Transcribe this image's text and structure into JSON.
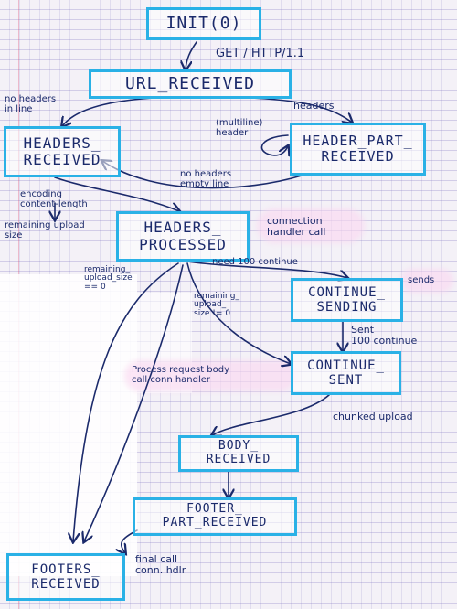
{
  "states": {
    "init": "INIT(0)",
    "url_received": "URL_RECEIVED",
    "headers_received": "HEADERS_\nRECEIVED",
    "header_part_received": "HEADER_PART_\nRECEIVED",
    "headers_processed": "HEADERS_\nPROCESSED",
    "continue_sending": "CONTINUE_\nSENDING",
    "continue_sent": "CONTINUE_\nSENT",
    "body_received": "BODY_\nRECEIVED",
    "footer_part_received": "FOOTER_\nPART_RECEIVED",
    "footers_received": "FOOTERS_\nRECEIVED"
  },
  "labels": {
    "get_http": "GET / HTTP/1.1",
    "no_headers_in_line": "no headers\nin line",
    "headers": "headers",
    "multiline_header": "(multiline)\nheader",
    "no_headers_empty_line": "no headers\nempty line",
    "encoding_content_length": "encoding\ncontent-length",
    "remaining_upload_size": "remaining upload\nsize",
    "connection_handler_call": "connection\nhandler call",
    "remaining_upload_size_zero": "remaining_\nupload_size\n== 0",
    "need_100_continue": "need 100 continue",
    "sends": "sends",
    "remaining_upload_size_nonzero": "remaining_\nupload_\nsize != 0",
    "sent_100_continue": "Sent\n100 continue",
    "process_request_body": "Process request body\ncall conn handler",
    "chunked_upload": "chunked upload",
    "final_call_conn_hdlr": "final call\nconn. hdlr"
  },
  "colors": {
    "box_border": "#2ab1e6",
    "ink": "#1b2a6b",
    "highlight": "#f7c8ea"
  }
}
